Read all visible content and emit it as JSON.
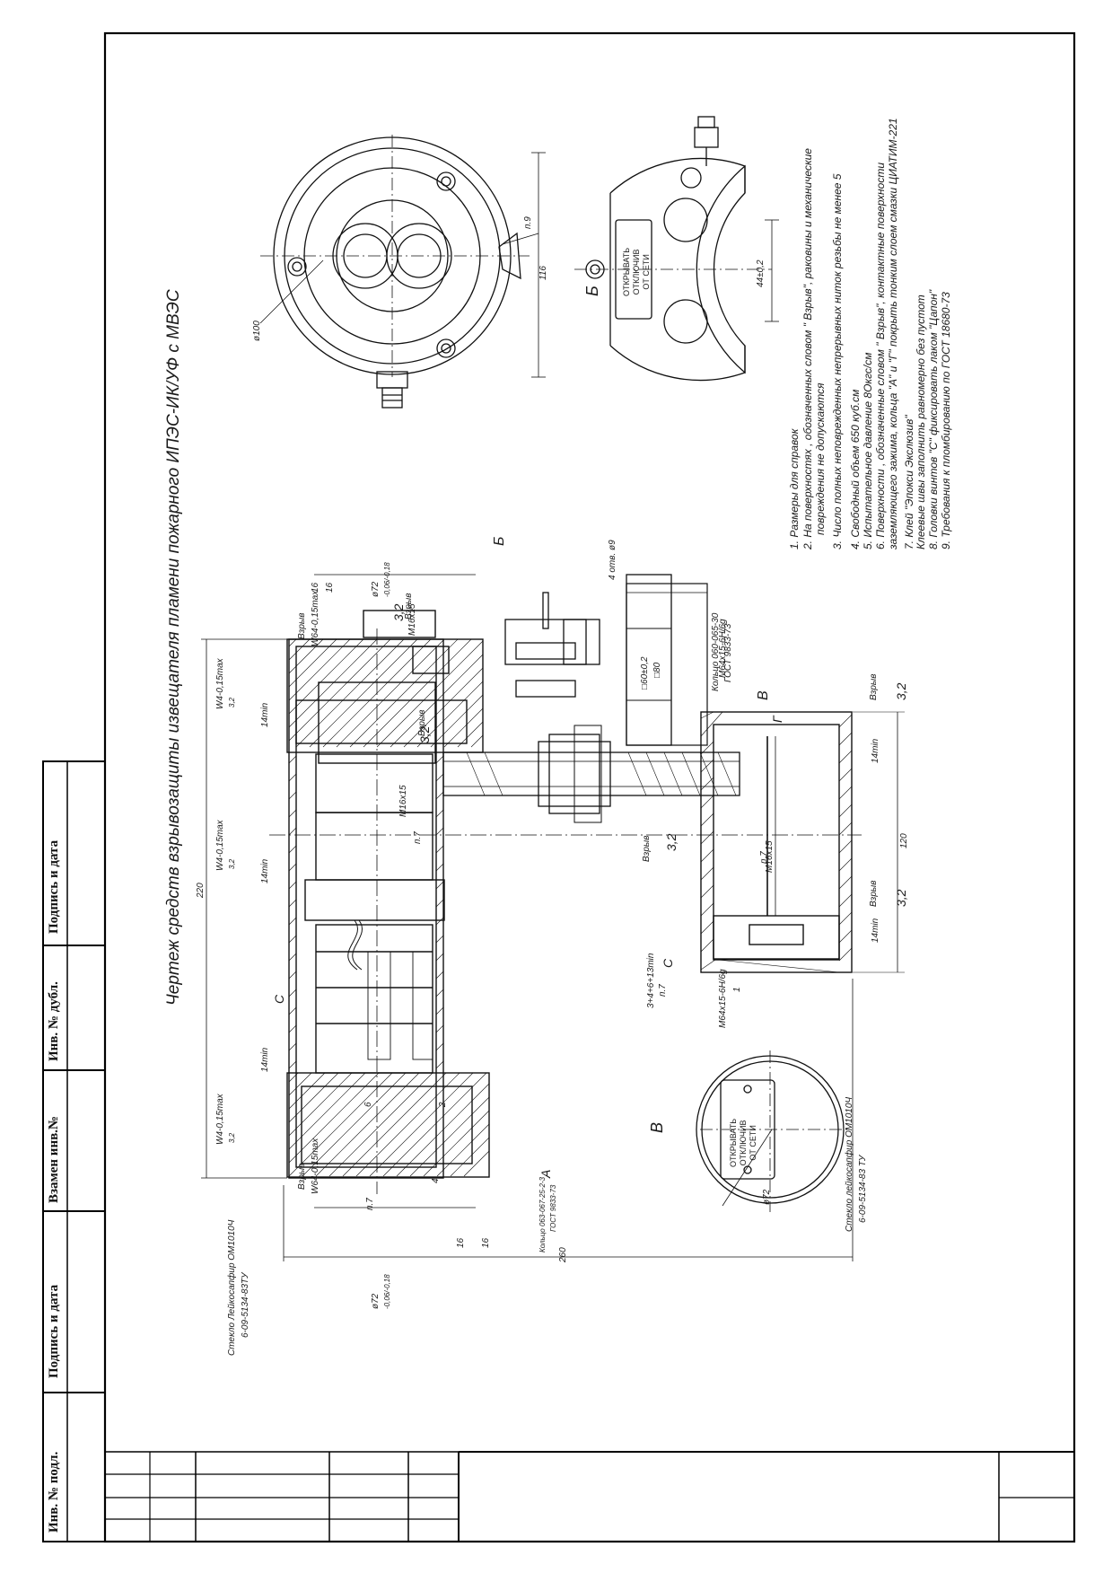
{
  "title": "Чертеж средств взрывозащиты извещателя пламени пожарного ИПЭС-ИК/УФ с МВЭС",
  "side_stamp": {
    "cells": [
      "Подпись и дата",
      "Инв. № дубл.",
      "Взамен инв.№",
      "Подпись и дата",
      "Инв. № подл."
    ]
  },
  "notes": [
    "1. Размеры для справок",
    "2. На поверхностях , обозначенных словом \" Взрыв\", раковины и механические",
    "повреждения не допускаются",
    "3. Число полных неповрежденных непрерывных ниток резьбы не менее 5",
    "4. Свободный объем 650 куб.см",
    "5. Испытательное давление   8Oкгс/см",
    "6. Поверхности , обозначенные словом \" Взрыв\", контактные поверхности",
    "заземляющего зажима, кольца \"А\" и \"Г\" покрыть тонким слоем смазки ЦИАТИМ-221",
    "7. Клей \"Эпокси Экслюзив\"",
    "Клеевые швы заполнить равномерно без пустот",
    "8. Головки винтов \"С\" фиксировать лаком \"Цапон\"",
    "9. Требования к пломбированию по ГОСТ 18680-73"
  ],
  "plate": {
    "line1": "ОТКРЫВАТЬ",
    "line2": "ОТКЛЮЧИВ",
    "line3": "ОТ СЕТИ"
  },
  "views": {
    "b": "Б",
    "v": "В",
    "v_arrow": "В",
    "b_arrow": "Б",
    "a": "А",
    "g": "Г",
    "c": "С"
  },
  "dims": {
    "d100": "ø100",
    "d116": "116",
    "d44": "44±0,2",
    "p9": "п.9",
    "d260": "260",
    "d220": "220",
    "d120": "120",
    "d72a": "ø72",
    "d72b": "ø72",
    "d72c": "ø72",
    "fit": "-0,06/-0,18",
    "sq60": "□60±0,2",
    "sq80": "□80",
    "holes": "4 отв. ø9",
    "m16a": "M16x15",
    "m16b": "M16x15",
    "m16c": "M16x15",
    "m64a": "M64x15-6H/6g",
    "m64b": "M64x15-6H/6g",
    "w64a": "W64-0,15max",
    "w64b": "W64-0,15max",
    "w64c": "W4-0,15max",
    "w64d": "W4-0,15max",
    "w64e": "W4-0,15max",
    "min14a": "14min",
    "min14b": "14min",
    "min14c": "14min",
    "min14d": "14min",
    "min14e": "14min",
    "r32a": "3,2",
    "r32b": "3,2",
    "r32c": "3,2",
    "r32d": "3,2",
    "r32e": "3,2",
    "r32s1": "3,2",
    "r32s2": "3,2",
    "r32s3": "3,2",
    "t16a": "16",
    "t16b": "16",
    "t16c": "16",
    "t16d": "16",
    "vzryv": "Взрыв",
    "p7a": "п.7",
    "p7b": "п.7",
    "p7c": "п.7",
    "p7d": "п.7",
    "thr": "3+4+6+13min",
    "n6": "6",
    "n2": "2",
    "n4": "4",
    "n1": "1"
  },
  "callouts": {
    "glass1": "Стекло Лейкосапфир ОМ1010Ч",
    "glass1b": "6-09-5134-83ТУ",
    "glass2": "Стекло лейкосапфир ОМ1010Ч",
    "glass2b": "6-09-5134-83 ТУ",
    "ring1": "Кольцо 063-067-25-2-3",
    "ring1b": "ГОСТ 9833-73",
    "ring2": "Кольцо 060-065-30",
    "ring2b": "ГОСТ 9833-73"
  }
}
